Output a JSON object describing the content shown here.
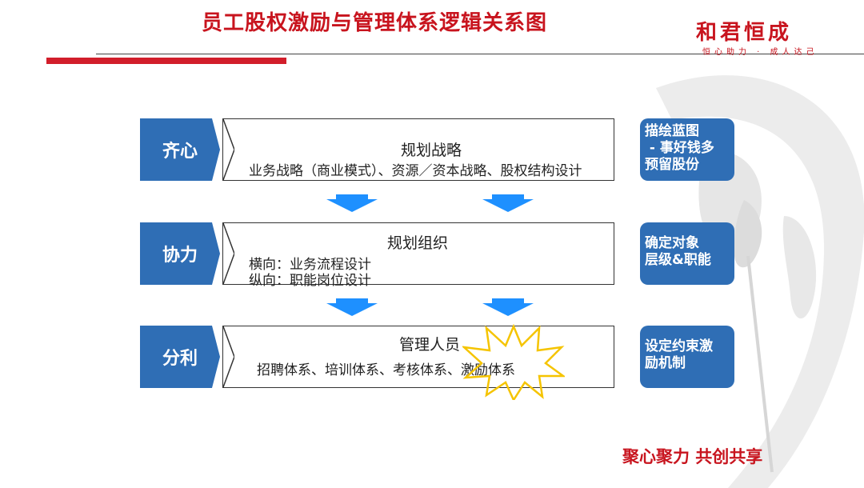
{
  "header": {
    "title": "员工股权激励与管理体系逻辑关系图",
    "logo_main": "和君恒成",
    "logo_sub": "恒心助力 · 成人达己"
  },
  "rows": [
    {
      "left_label": "齐心",
      "title": "规划战略",
      "lines": [
        "业务战略（商业模式）、资源／资本战略、股权结构设计"
      ],
      "right_text": [
        "描绘蓝图",
        " - 事好钱多",
        "预留股份"
      ]
    },
    {
      "left_label": "协力",
      "title": "规划组织",
      "lines": [
        "横向：业务流程设计",
        "纵向：职能岗位设计"
      ],
      "right_text": [
        "确定对象",
        "层级&职能"
      ]
    },
    {
      "left_label": "分利",
      "title": "管理人员",
      "lines": [
        "招聘体系、培训体系、考核体系、激励体系"
      ],
      "right_text": [
        "设定约束激",
        "励机制"
      ]
    }
  ],
  "footer": {
    "slogan": "聚心聚力 共创共享"
  },
  "colors": {
    "brand_red": "#c8141e",
    "box_blue": "#2f6eb5",
    "arrow_blue": "#1e90ff",
    "burst_yellow": "#f5c400"
  },
  "icons": [
    "down-arrow-icon",
    "starburst-icon",
    "brush-stroke-decoration"
  ]
}
